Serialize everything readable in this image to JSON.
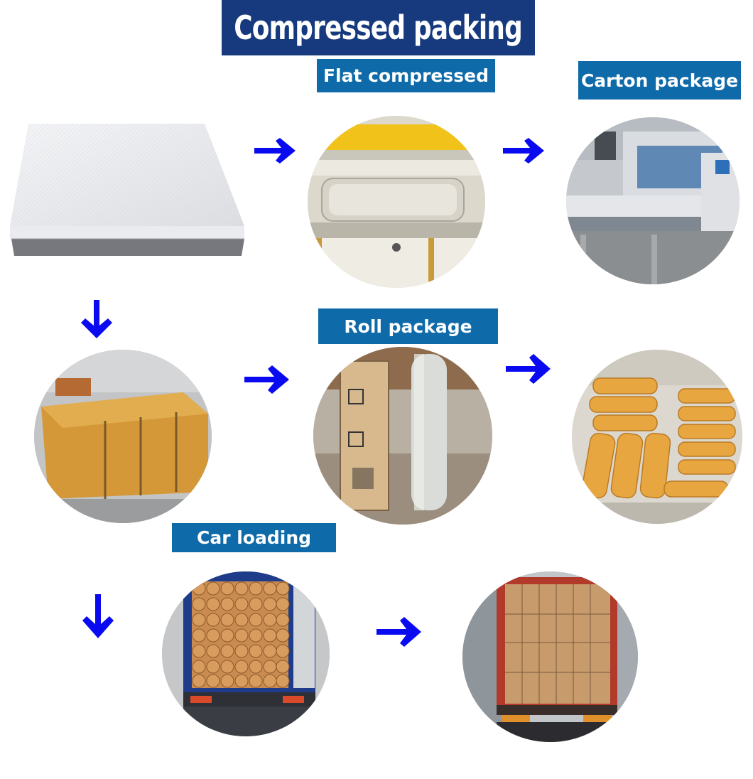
{
  "title": "Compressed packing",
  "labels": {
    "flat_compressed": "Flat compressed",
    "carton_package": "Carton package",
    "roll_package": "Roll package",
    "car_loading": "Car loading"
  },
  "colors": {
    "title_bg": "#163a7d",
    "label_bg": "#0e6aa8",
    "arrow": "#0a0af0"
  },
  "images": [
    "mattress",
    "flat-compression-machine",
    "carton-packing-machine",
    "wrapped-flat-stack",
    "roll-and-box-package",
    "stacked-rolls",
    "truck-loaded-rolls",
    "truck-loaded-cartons"
  ]
}
